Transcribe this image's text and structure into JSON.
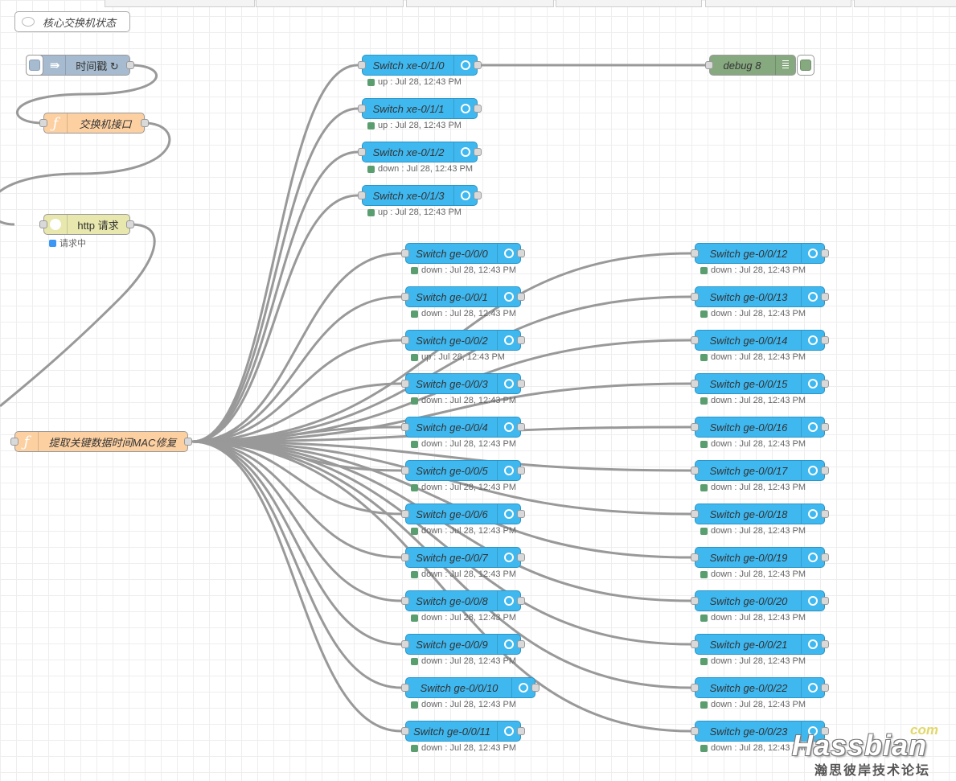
{
  "comment": {
    "text": "核心交换机状态"
  },
  "flow_nodes": {
    "inject": {
      "label": "时间戳 ↻"
    },
    "func1": {
      "label": "交换机接口"
    },
    "http": {
      "label": "http 请求",
      "status": "请求中"
    },
    "func2": {
      "label": "提取关键数据时间MAC修复"
    },
    "debug": {
      "label": "debug 8"
    }
  },
  "switches": [
    {
      "name": "Switch xe-0/1/0",
      "status": "up : Jul 28, 12:43 PM"
    },
    {
      "name": "Switch xe-0/1/1",
      "status": "up : Jul 28, 12:43 PM"
    },
    {
      "name": "Switch xe-0/1/2",
      "status": "down : Jul 28, 12:43 PM"
    },
    {
      "name": "Switch xe-0/1/3",
      "status": "up : Jul 28, 12:43 PM"
    },
    {
      "name": "Switch ge-0/0/0",
      "status": "down : Jul 28, 12:43 PM"
    },
    {
      "name": "Switch ge-0/0/1",
      "status": "down : Jul 28, 12:43 PM"
    },
    {
      "name": "Switch ge-0/0/2",
      "status": "up : Jul 28, 12:43 PM"
    },
    {
      "name": "Switch ge-0/0/3",
      "status": "down : Jul 28, 12:43 PM"
    },
    {
      "name": "Switch ge-0/0/4",
      "status": "down : Jul 28, 12:43 PM"
    },
    {
      "name": "Switch ge-0/0/5",
      "status": "down : Jul 28, 12:43 PM"
    },
    {
      "name": "Switch ge-0/0/6",
      "status": "down : Jul 28, 12:43 PM"
    },
    {
      "name": "Switch ge-0/0/7",
      "status": "down : Jul 28, 12:43 PM"
    },
    {
      "name": "Switch ge-0/0/8",
      "status": "down : Jul 28, 12:43 PM"
    },
    {
      "name": "Switch ge-0/0/9",
      "status": "down : Jul 28, 12:43 PM"
    },
    {
      "name": "Switch ge-0/0/10",
      "status": "down : Jul 28, 12:43 PM"
    },
    {
      "name": "Switch ge-0/0/11",
      "status": "down : Jul 28, 12:43 PM"
    },
    {
      "name": "Switch ge-0/0/12",
      "status": "down : Jul 28, 12:43 PM"
    },
    {
      "name": "Switch ge-0/0/13",
      "status": "down : Jul 28, 12:43 PM"
    },
    {
      "name": "Switch ge-0/0/14",
      "status": "down : Jul 28, 12:43 PM"
    },
    {
      "name": "Switch ge-0/0/15",
      "status": "down : Jul 28, 12:43 PM"
    },
    {
      "name": "Switch ge-0/0/16",
      "status": "down : Jul 28, 12:43 PM"
    },
    {
      "name": "Switch ge-0/0/17",
      "status": "down : Jul 28, 12:43 PM"
    },
    {
      "name": "Switch ge-0/0/18",
      "status": "down : Jul 28, 12:43 PM"
    },
    {
      "name": "Switch ge-0/0/19",
      "status": "down : Jul 28, 12:43 PM"
    },
    {
      "name": "Switch ge-0/0/20",
      "status": "down : Jul 28, 12:43 PM"
    },
    {
      "name": "Switch ge-0/0/21",
      "status": "down : Jul 28, 12:43 PM"
    },
    {
      "name": "Switch ge-0/0/22",
      "status": "down : Jul 28, 12:43 PM"
    },
    {
      "name": "Switch ge-0/0/23",
      "status": "down : Jul 28, 12:43 PM"
    }
  ],
  "watermark": {
    "com": "com",
    "brand": "Hassbian",
    "cn": "瀚思彼岸技术论坛"
  },
  "colors": {
    "switch_node": "#3fb8f0",
    "inject_node": "#a6bbcf",
    "function_node": "#fdd0a2",
    "http_node": "#e7e7ae",
    "debug_node": "#87a980",
    "status_ok": "#5a9e6f",
    "status_busy": "#3c96f4"
  }
}
